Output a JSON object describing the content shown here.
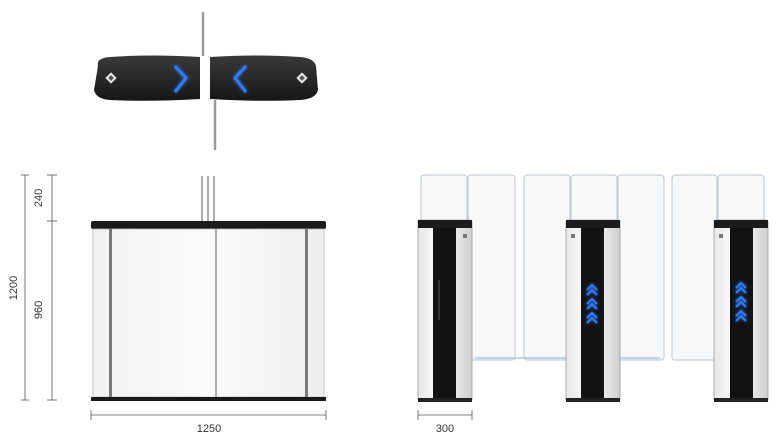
{
  "dimensions": {
    "height_top": "240",
    "height_total": "1200",
    "height_body": "960",
    "width_front": "1250",
    "width_side": "300"
  },
  "colors": {
    "chevron": "#2f7bff",
    "cabinet_dark": "#111111",
    "glass_edge": "#a9c8e4",
    "dimension_line": "#555555"
  },
  "icons": {
    "top_left_card_reader": "card-reader-icon",
    "top_right_card_reader": "card-reader-icon",
    "top_chevron_left": "chevron-right-icon",
    "top_chevron_right": "chevron-left-icon",
    "side_indicator": "double-chevron-up-icon"
  }
}
